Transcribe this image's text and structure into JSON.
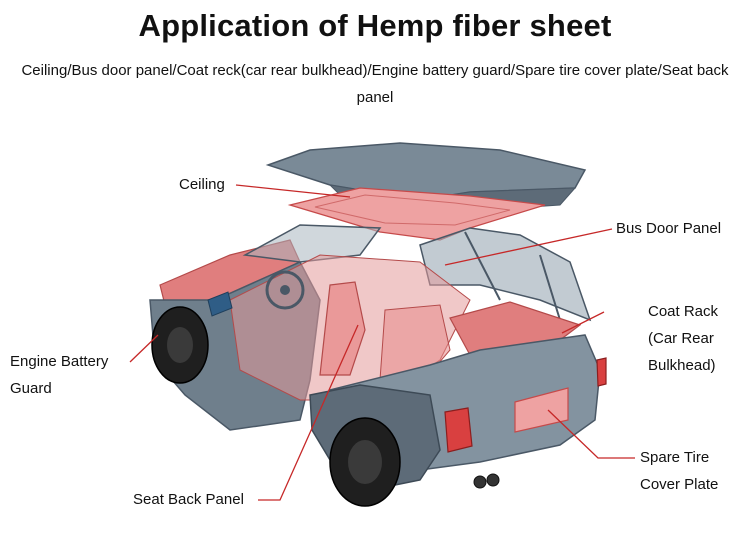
{
  "title": "Application of Hemp fiber sheet",
  "subtitle": "Ceiling/Bus door panel/Coat reck(car rear bulkhead)/Engine battery guard/Spare tire cover plate/Seat back panel",
  "colors": {
    "body_gray": "#6f7f8c",
    "body_gray_dark": "#4a5866",
    "body_gray_light": "#9aa8b4",
    "highlight_red": "#e88a8a",
    "highlight_red_dark": "#c64a4a",
    "leader_line": "#c62828"
  },
  "labels": {
    "ceiling": "Ceiling",
    "bus_door_panel": "Bus Door Panel",
    "coat_rack_line1": "Coat Rack",
    "coat_rack_line2": "(Car Rear",
    "coat_rack_line3": "Bulkhead)",
    "engine_line1": "Engine Battery",
    "engine_line2": "Guard",
    "seat_back_panel": "Seat Back Panel",
    "spare_line1": "Spare Tire",
    "spare_line2": "Cover Plate"
  }
}
